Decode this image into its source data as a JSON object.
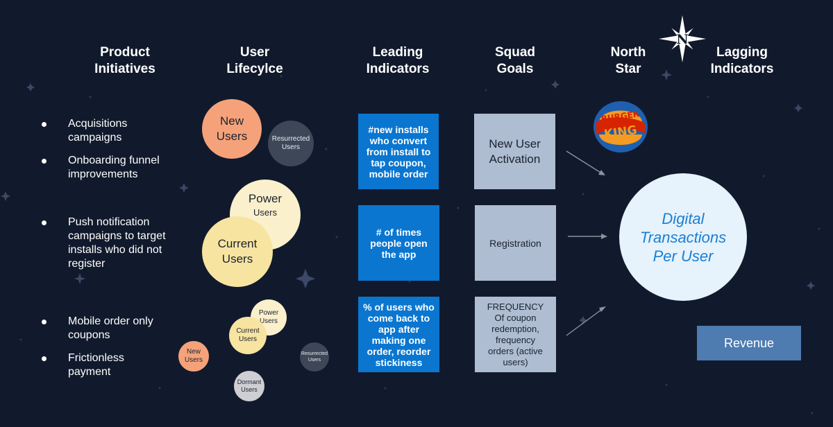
{
  "headers": {
    "product_initiatives": [
      "Product",
      "Initiatives"
    ],
    "user_lifecycle": [
      "User",
      "Lifecylce"
    ],
    "leading_indicators": [
      "Leading",
      "Indicators"
    ],
    "squad_goals": [
      "Squad",
      "Goals"
    ],
    "north_star": [
      "North",
      "Star"
    ],
    "lagging_indicators": [
      "Lagging",
      "Indicators"
    ]
  },
  "compass_letter": "N",
  "initiatives": [
    {
      "lines": [
        "Acquisitions",
        "campaigns"
      ]
    },
    {
      "lines": [
        "Onboarding funnel",
        "improvements"
      ]
    },
    {
      "lines": [
        "Push notification",
        "campaigns to target",
        "installs who did not",
        "register"
      ]
    },
    {
      "lines": [
        "Mobile order only",
        "coupons"
      ]
    },
    {
      "lines": [
        "Frictionless",
        "payment"
      ]
    }
  ],
  "lifecycle": {
    "group1": {
      "new_users": [
        "New",
        "Users"
      ],
      "resurrected_users": [
        "Resurrected",
        "Users"
      ]
    },
    "group2": {
      "power_users": [
        "Power",
        "Users"
      ],
      "current_users": [
        "Current",
        "Users"
      ]
    },
    "group3": {
      "power_users": [
        "Power",
        "Users"
      ],
      "current_users": [
        "Current",
        "Users"
      ],
      "new_users": [
        "New",
        "Users"
      ],
      "resurrected_users": [
        "Resurrected",
        "Users"
      ],
      "dormant_users": [
        "Dormant",
        "Users"
      ]
    }
  },
  "leading_indicators": [
    {
      "lines": [
        "#new installs",
        "who convert",
        "from install to",
        "tap coupon,",
        "mobile order"
      ]
    },
    {
      "lines": [
        "# of times",
        "people open",
        "the app"
      ]
    },
    {
      "lines": [
        "% of users who",
        "come back to",
        "app after",
        "making one",
        "order, reorder",
        "stickiness"
      ]
    }
  ],
  "squad_goals": [
    {
      "lines": [
        "New User",
        "Activation"
      ]
    },
    {
      "lines": [
        "Registration"
      ]
    },
    {
      "lines": [
        "FREQUENCY",
        "Of coupon",
        "redemption,",
        "frequency",
        "orders (active",
        "users)"
      ]
    }
  ],
  "logo": {
    "top": "BURGER",
    "bottom": "KING"
  },
  "north_star_metric": [
    "Digital",
    "Transactions",
    "Per User"
  ],
  "lagging_indicator": "Revenue",
  "colors": {
    "background": "#111a2c",
    "leading_box": "#0a76d0",
    "squad_box": "#aebdd1",
    "north_star_circle": "#e6f2fc",
    "north_star_text": "#1a7fd3",
    "revenue_box": "#4e7bb0",
    "new_users": "#f5a27a",
    "resurrected_users": "#3d4758",
    "power_users": "#fbf0cc",
    "current_users": "#f7e4a0",
    "dormant_users": "#cfcfd3"
  }
}
